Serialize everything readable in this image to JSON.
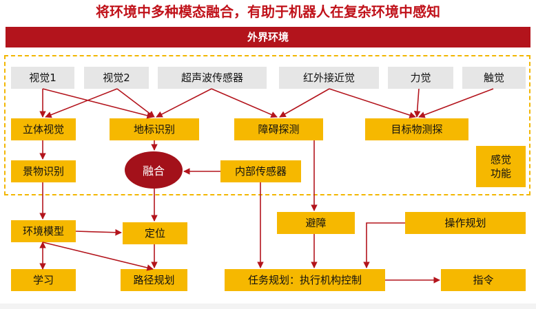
{
  "title": "将环境中多种模态融合，有助于机器人在复杂环境中感知",
  "banner": "外界环境",
  "sensors": {
    "vision1": "视觉1",
    "vision2": "视觉2",
    "ultrasonic": "超声波传感器",
    "infrared": "红外接近觉",
    "force": "力觉",
    "touch": "触觉"
  },
  "perception": {
    "stereo": "立体视觉",
    "landmark": "地标识别",
    "obstacle_detect": "障碍探测",
    "target_detect": "目标物测探",
    "scene": "景物识别",
    "fusion": "融合",
    "internal": "内部传感器",
    "sense_line1": "感觉",
    "sense_line2": "功能"
  },
  "planning": {
    "env_model": "环境模型",
    "locate": "定位",
    "avoid": "避障",
    "op_plan": "操作规划",
    "learn": "学习",
    "path_plan": "路径规划",
    "task_plan": "任务规划：执行机构控制",
    "command": "指令"
  },
  "colors": {
    "accent": "#b3141c",
    "node": "#f6b800",
    "sensor": "#e6e6e6",
    "fusion": "#a3111a",
    "dash": "#f2b600"
  }
}
